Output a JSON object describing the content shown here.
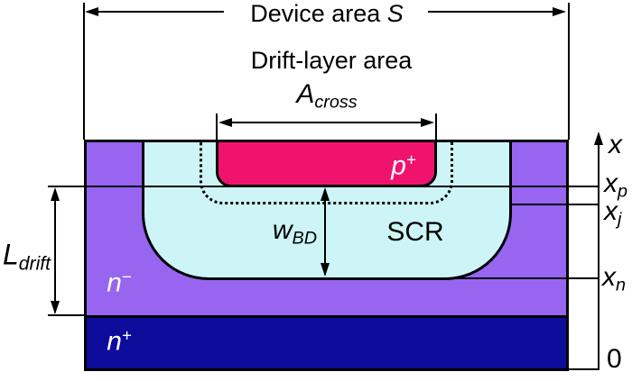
{
  "figure": {
    "description": "Cross-section diagram of a semiconductor device drift layer with space-charge region"
  },
  "colors": {
    "p_plus_region": "#F0136E",
    "scr_region": "#CDF4F6",
    "n_minus_region": "#9765F0",
    "n_plus_region": "#0D0C9B",
    "outline": "#000000",
    "light_label": "#FFFFFF"
  },
  "annotations": {
    "device_area": {
      "text": "Device area ",
      "symbol": "S"
    },
    "drift_layer_area": "Drift-layer area",
    "a_cross": {
      "base": "A",
      "sub": "cross"
    },
    "l_drift": {
      "base": "L",
      "sub": "drift"
    },
    "w_bd": {
      "base": "w",
      "sub": "BD"
    }
  },
  "regions": {
    "p_plus": {
      "base": "p",
      "sup": "+"
    },
    "scr": "SCR",
    "n_minus": {
      "base": "n",
      "sup": "−"
    },
    "n_plus": {
      "base": "n",
      "sup": "+"
    }
  },
  "axis": {
    "name": "x",
    "x_p": {
      "base": "x",
      "sub": "p"
    },
    "x_j": {
      "base": "x",
      "sub": "j"
    },
    "x_n": {
      "base": "x",
      "sub": "n"
    },
    "origin": "0"
  }
}
